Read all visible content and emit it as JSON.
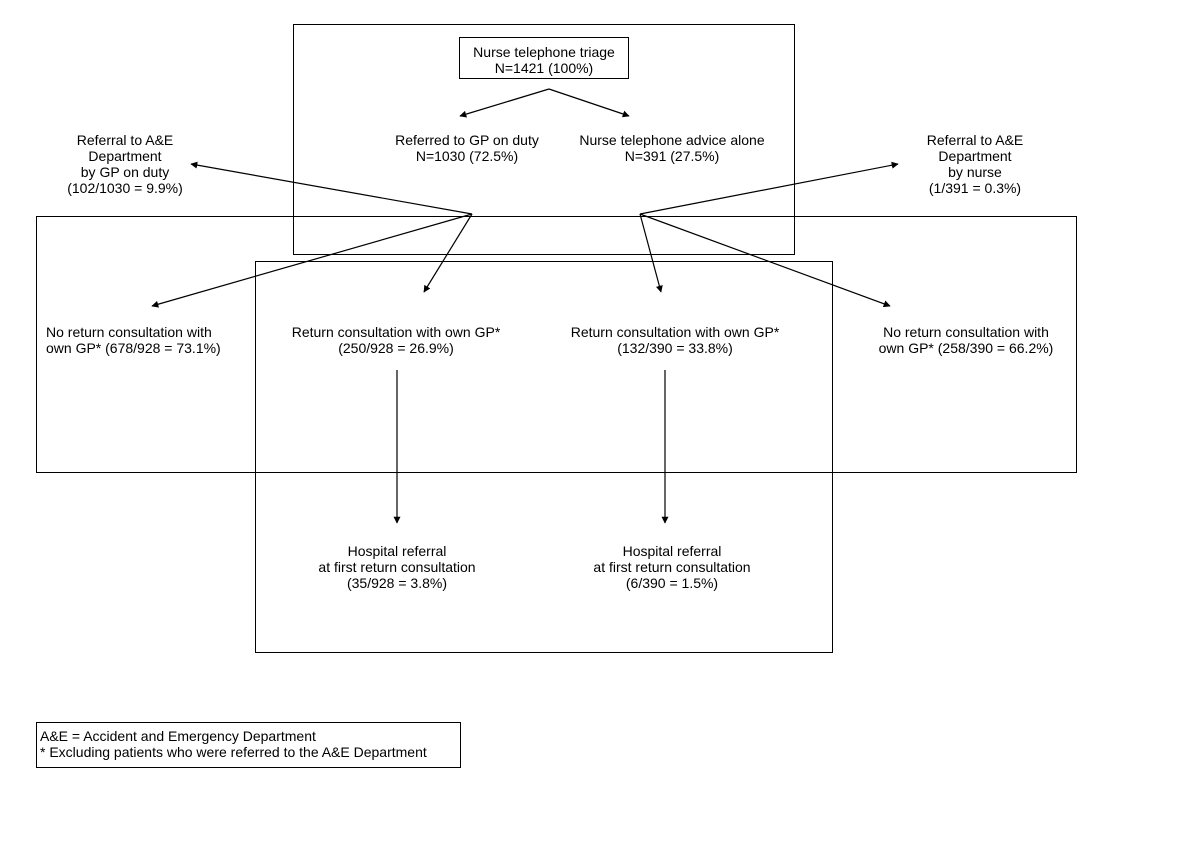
{
  "nodes": {
    "triage": {
      "line1": "Nurse telephone triage",
      "line2": "N=1421 (100%)"
    },
    "gp_duty": {
      "line1": "Referred to GP on duty",
      "line2": "N=1030 (72.5%)"
    },
    "nurse_advice": {
      "line1": "Nurse telephone advice alone",
      "line2": "N=391 (27.5%)"
    },
    "ae_gp": {
      "line1": "Referral to A&E",
      "line2": "Department",
      "line3": "by GP on duty",
      "line4": "(102/1030 = 9.9%)"
    },
    "ae_nurse": {
      "line1": "Referral to A&E",
      "line2": "Department",
      "line3": "by nurse",
      "line4": "(1/391 = 0.3%)"
    },
    "no_return_gp": {
      "line1": "No return consultation with",
      "line2": "own GP* (678/928 = 73.1%)"
    },
    "return_gp": {
      "line1": "Return consultation with own GP*",
      "line2": "(250/928 = 26.9%)"
    },
    "return_nurse": {
      "line1": "Return consultation with own GP*",
      "line2": "(132/390 = 33.8%)"
    },
    "no_return_nurse": {
      "line1": "No return consultation with",
      "line2": "own GP* (258/390 = 66.2%)"
    },
    "hosp_gp": {
      "line1": "Hospital referral",
      "line2": "at first return consultation",
      "line3": "(35/928 = 3.8%)"
    },
    "hosp_nurse": {
      "line1": "Hospital referral",
      "line2": "at first return consultation",
      "line3": "(6/390 = 1.5%)"
    }
  },
  "legend": {
    "line1": "A&E = Accident and Emergency Department",
    "line2": "* Excluding patients who were referred to the A&E Department"
  }
}
